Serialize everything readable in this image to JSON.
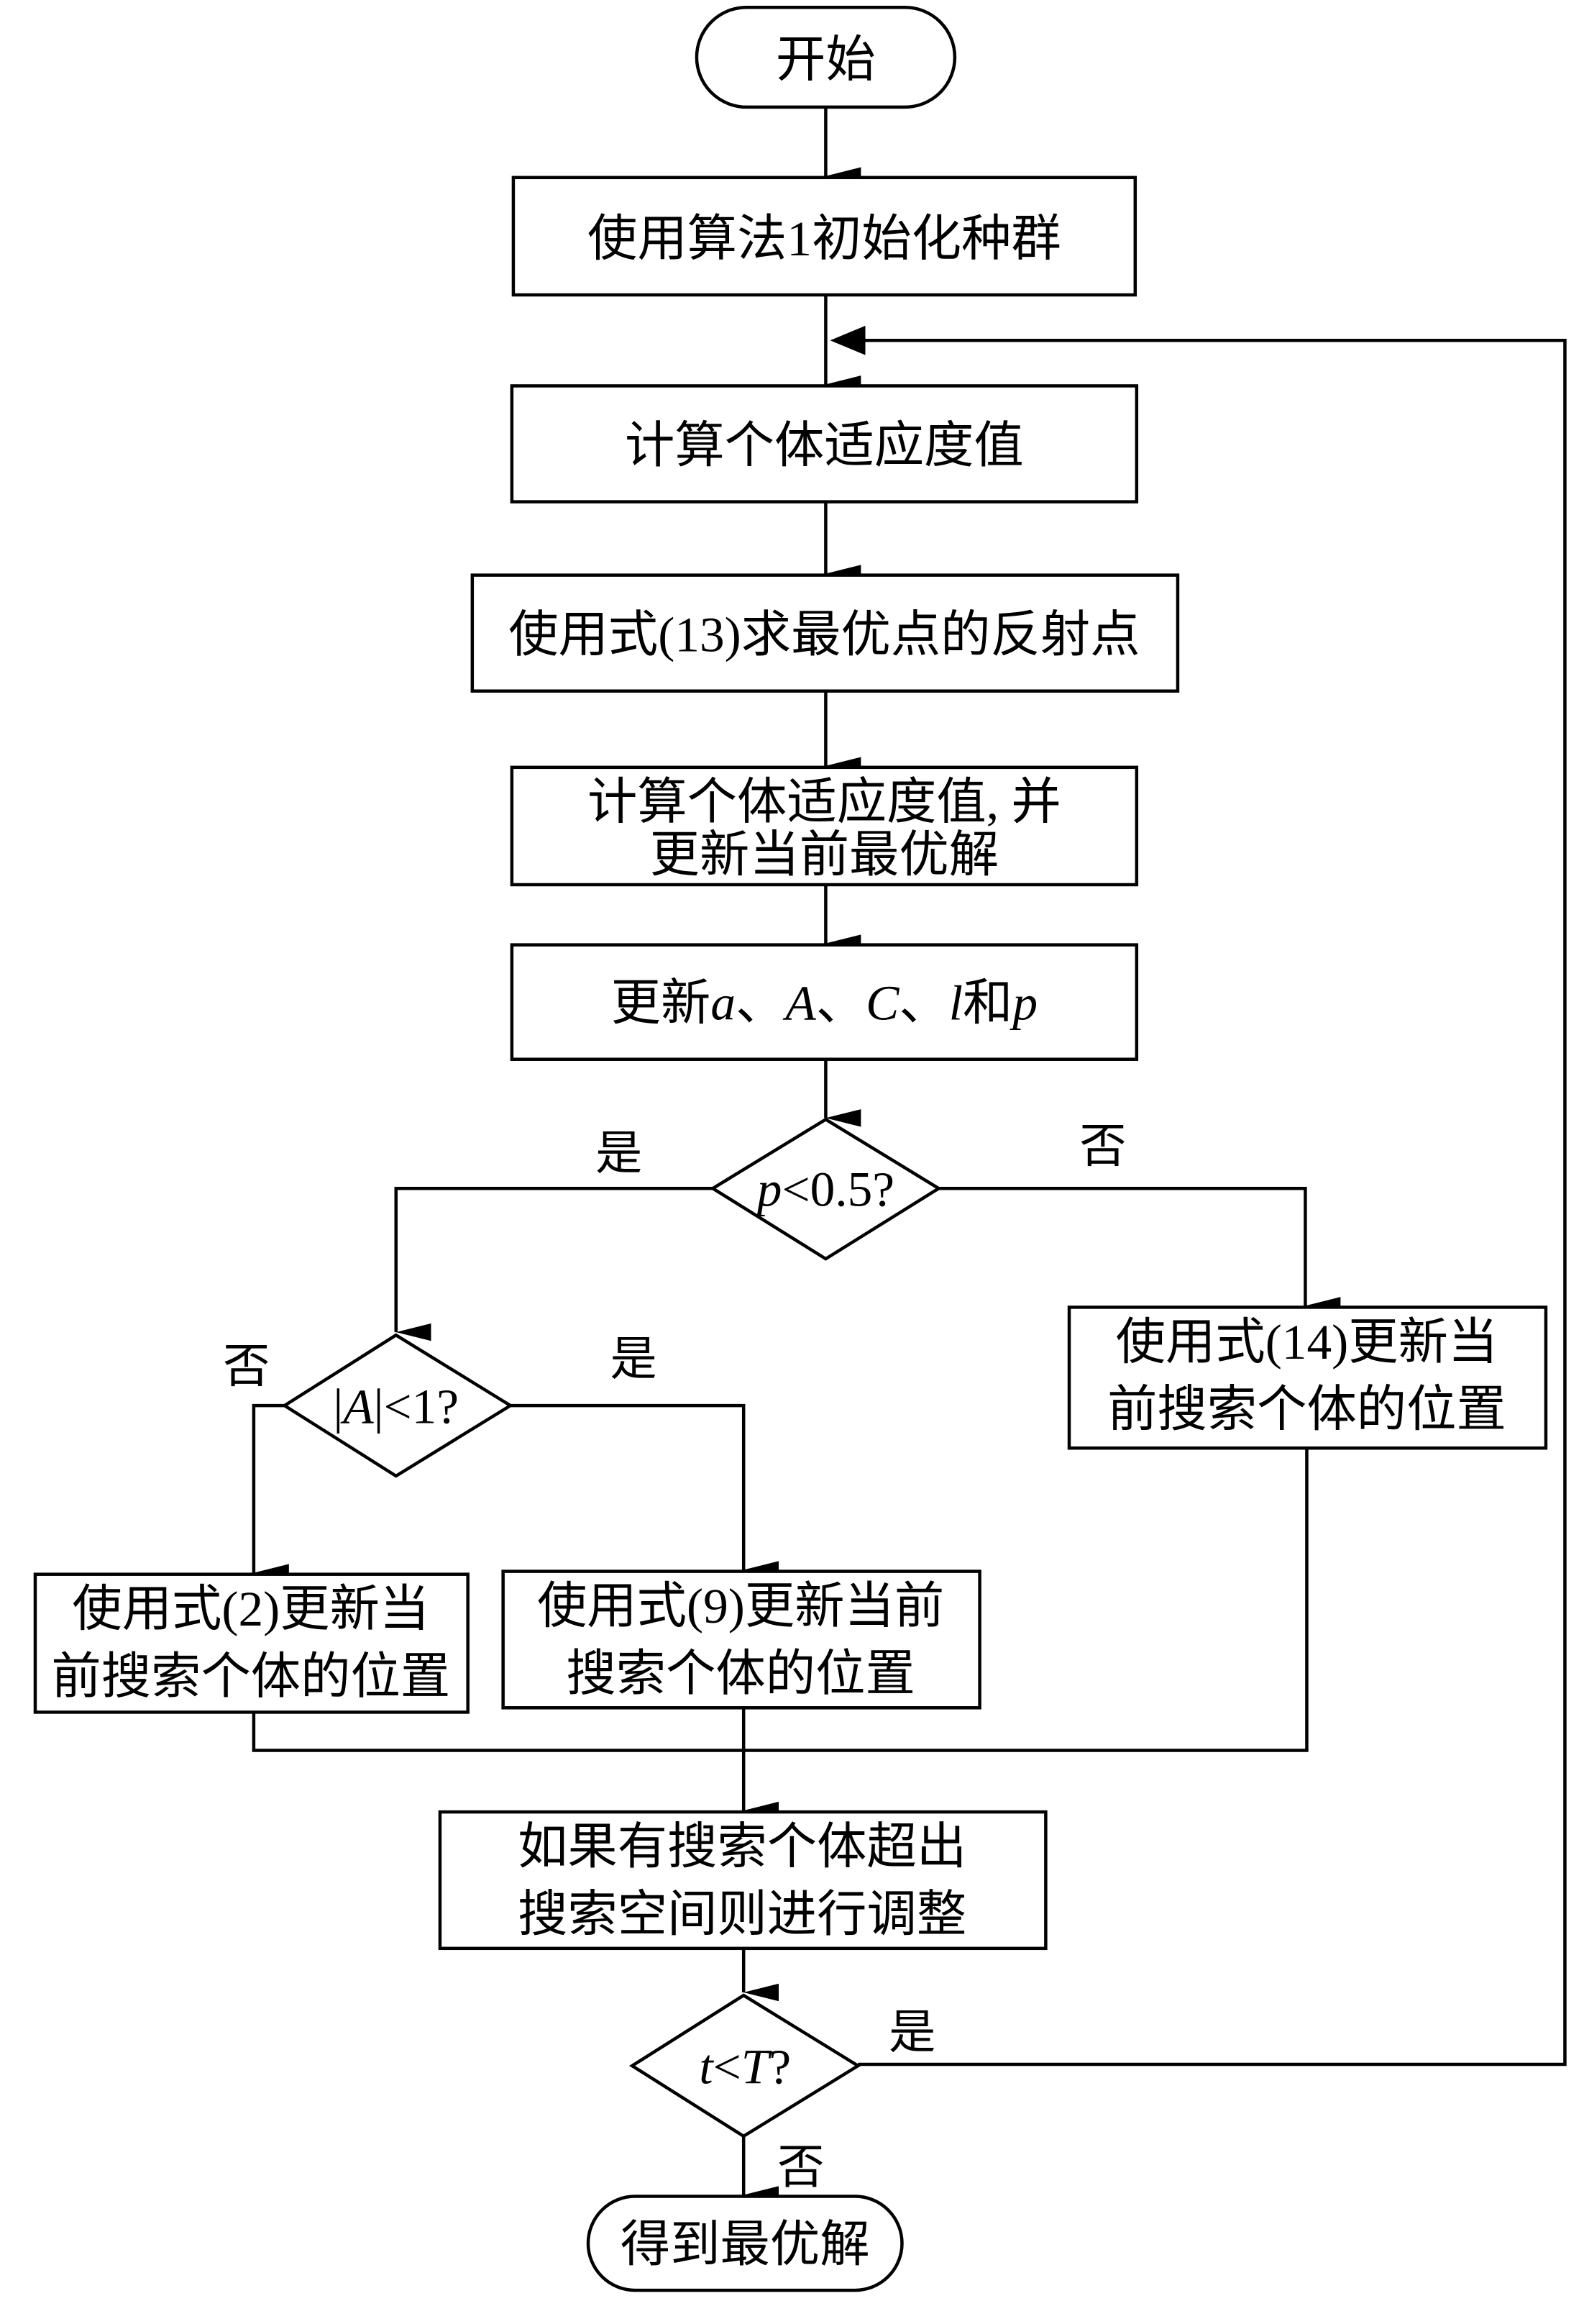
{
  "flowchart": {
    "start": "开始",
    "end": "得到最优解",
    "steps": {
      "init": "使用算法1初始化种群",
      "fitness": "计算个体适应度值",
      "reflect": "使用式(13)求最优点的反射点",
      "fitness_update_line1": "计算个体适应度值, 并",
      "fitness_update_line2": "更新当前最优解",
      "update_params_prefix": "更新",
      "update_params_a": "a",
      "update_params_sep1": "、",
      "update_params_A": "A",
      "update_params_sep2": "、",
      "update_params_C": "C",
      "update_params_sep3": "、",
      "update_params_l": "l",
      "update_params_and": "和",
      "update_params_p": "p",
      "eq14_line1": "使用式(14)更新当",
      "eq14_line2": "前搜索个体的位置",
      "eq2_line1": "使用式(2)更新当",
      "eq2_line2": "前搜索个体的位置",
      "eq9_line1": "使用式(9)更新当前",
      "eq9_line2": "搜索个体的位置",
      "adjust_line1": "如果有搜索个体超出",
      "adjust_line2": "搜索空间则进行调整"
    },
    "decisions": {
      "p_var": "p",
      "p_rest": "<0.5?",
      "abs_A_open": "|",
      "abs_A_var": "A",
      "abs_A_rest": "|<1?",
      "t_var": "t",
      "t_lt": "<",
      "T_var": "T",
      "t_q": "?"
    },
    "labels": {
      "p_yes": "是",
      "p_no": "否",
      "A_no": "否",
      "A_yes": "是",
      "t_yes": "是",
      "t_no": "否"
    }
  }
}
